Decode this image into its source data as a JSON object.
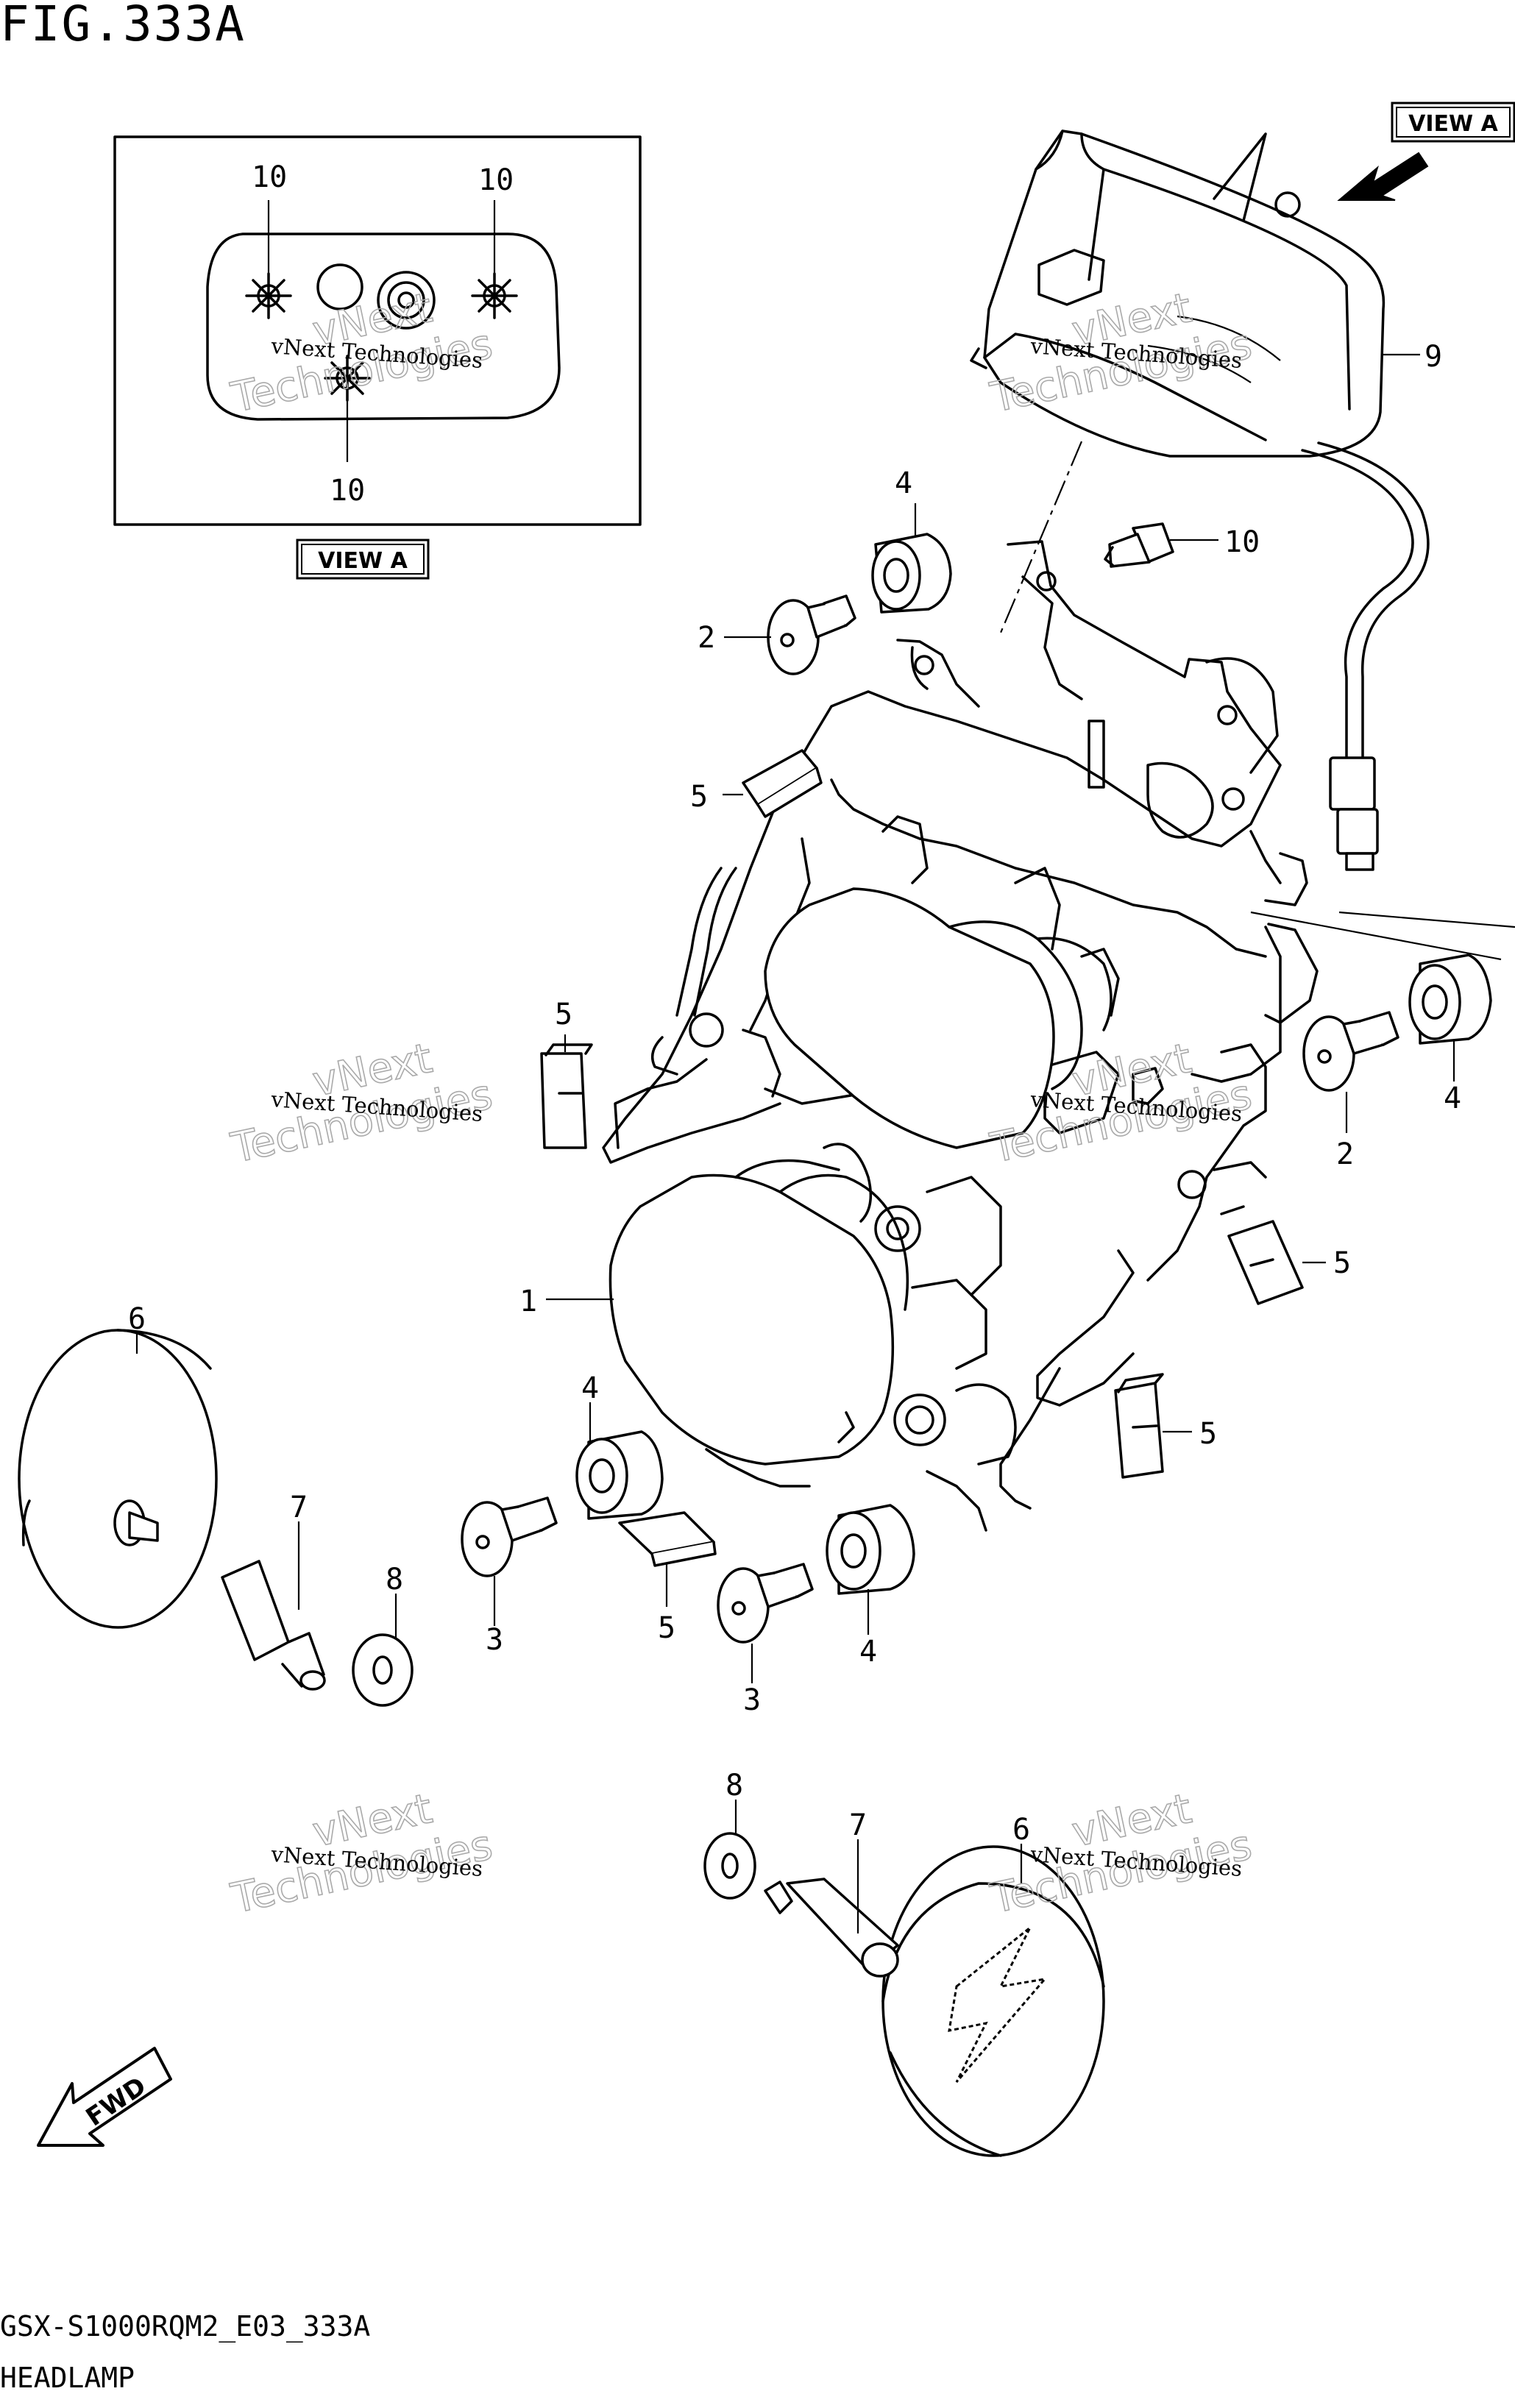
{
  "figure": {
    "title": "FIG.333A",
    "model_code": "GSX-S1000RQM2_E03_333A",
    "part_name": "HEADLAMP"
  },
  "view_labels": {
    "inset": "VIEW A",
    "main": "VIEW A",
    "fwd": "FWD"
  },
  "watermark": {
    "small": "vNext Technologies",
    "big_line1": "vNext",
    "big_line2": "Technologies"
  },
  "callouts": [
    "10",
    "10",
    "10",
    "9",
    "4",
    "10",
    "2",
    "5",
    "5",
    "2",
    "4",
    "5",
    "1",
    "5",
    "6",
    "4",
    "7",
    "8",
    "3",
    "5",
    "4",
    "3",
    "8",
    "7",
    "6"
  ]
}
